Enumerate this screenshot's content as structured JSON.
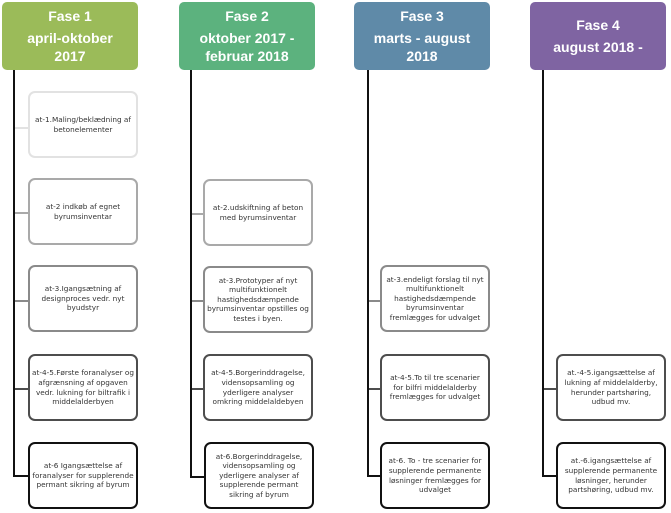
{
  "phases": [
    {
      "title": "Fase 1",
      "dates": "april-oktober 2017",
      "color": "#9bbb59"
    },
    {
      "title": "Fase 2",
      "dates": "oktober 2017 - februar 2018",
      "color": "#5cb27e"
    },
    {
      "title": "Fase 3",
      "dates": "marts - august 2018",
      "color": "#5f8aa8"
    },
    {
      "title": "Fase 4",
      "dates": "august 2018 -",
      "color": "#7f64a2"
    }
  ],
  "tasks": {
    "fase1": [
      "at-1.Maling/beklædning af betonelementer",
      "at-2 indkøb af egnet byrumsinventar",
      "at-3.Igangsætning af designproces vedr. nyt byudstyr",
      "at-4-5.Første foranalyser og afgrænsning af opgaven vedr. lukning for biltrafik i middelalderbyen",
      "at-6 Igangsættelse af foranalyser for supplerende permant sikring af byrum"
    ],
    "fase2": [
      "at-2.udskiftning af beton med byrumsinventar",
      "at-3.Prototyper af nyt multifunktionelt hastighedsdæmpende byrumsinventar opstilles og testes i byen.",
      "at-4-5.Borgerinddragelse, vidensopsamling og yderligere analyser omkring middelaldebyen",
      "at-6.Borgerinddragelse, vidensopsamling og yderligere analyser af supplerende permant sikring af byrum"
    ],
    "fase3": [
      "at-3.endeligt  forslag til nyt multifunktionelt hastighedsdæmpende byrumsinventar fremlægges for udvalget",
      "at-4-5.To til tre scenarier for bilfri middelalderby fremlægges for udvalget",
      "at-6. To - tre scenarier for supplerende permanente løsninger fremlægges for udvalget"
    ],
    "fase4": [
      "at.-4-5.igangsættelse af lukning af middelalderby, herunder partshøring, udbud mv.",
      "at.-6.igangsættelse af supplerende permanente løsninger, herunder partshøring, udbud mv."
    ]
  }
}
